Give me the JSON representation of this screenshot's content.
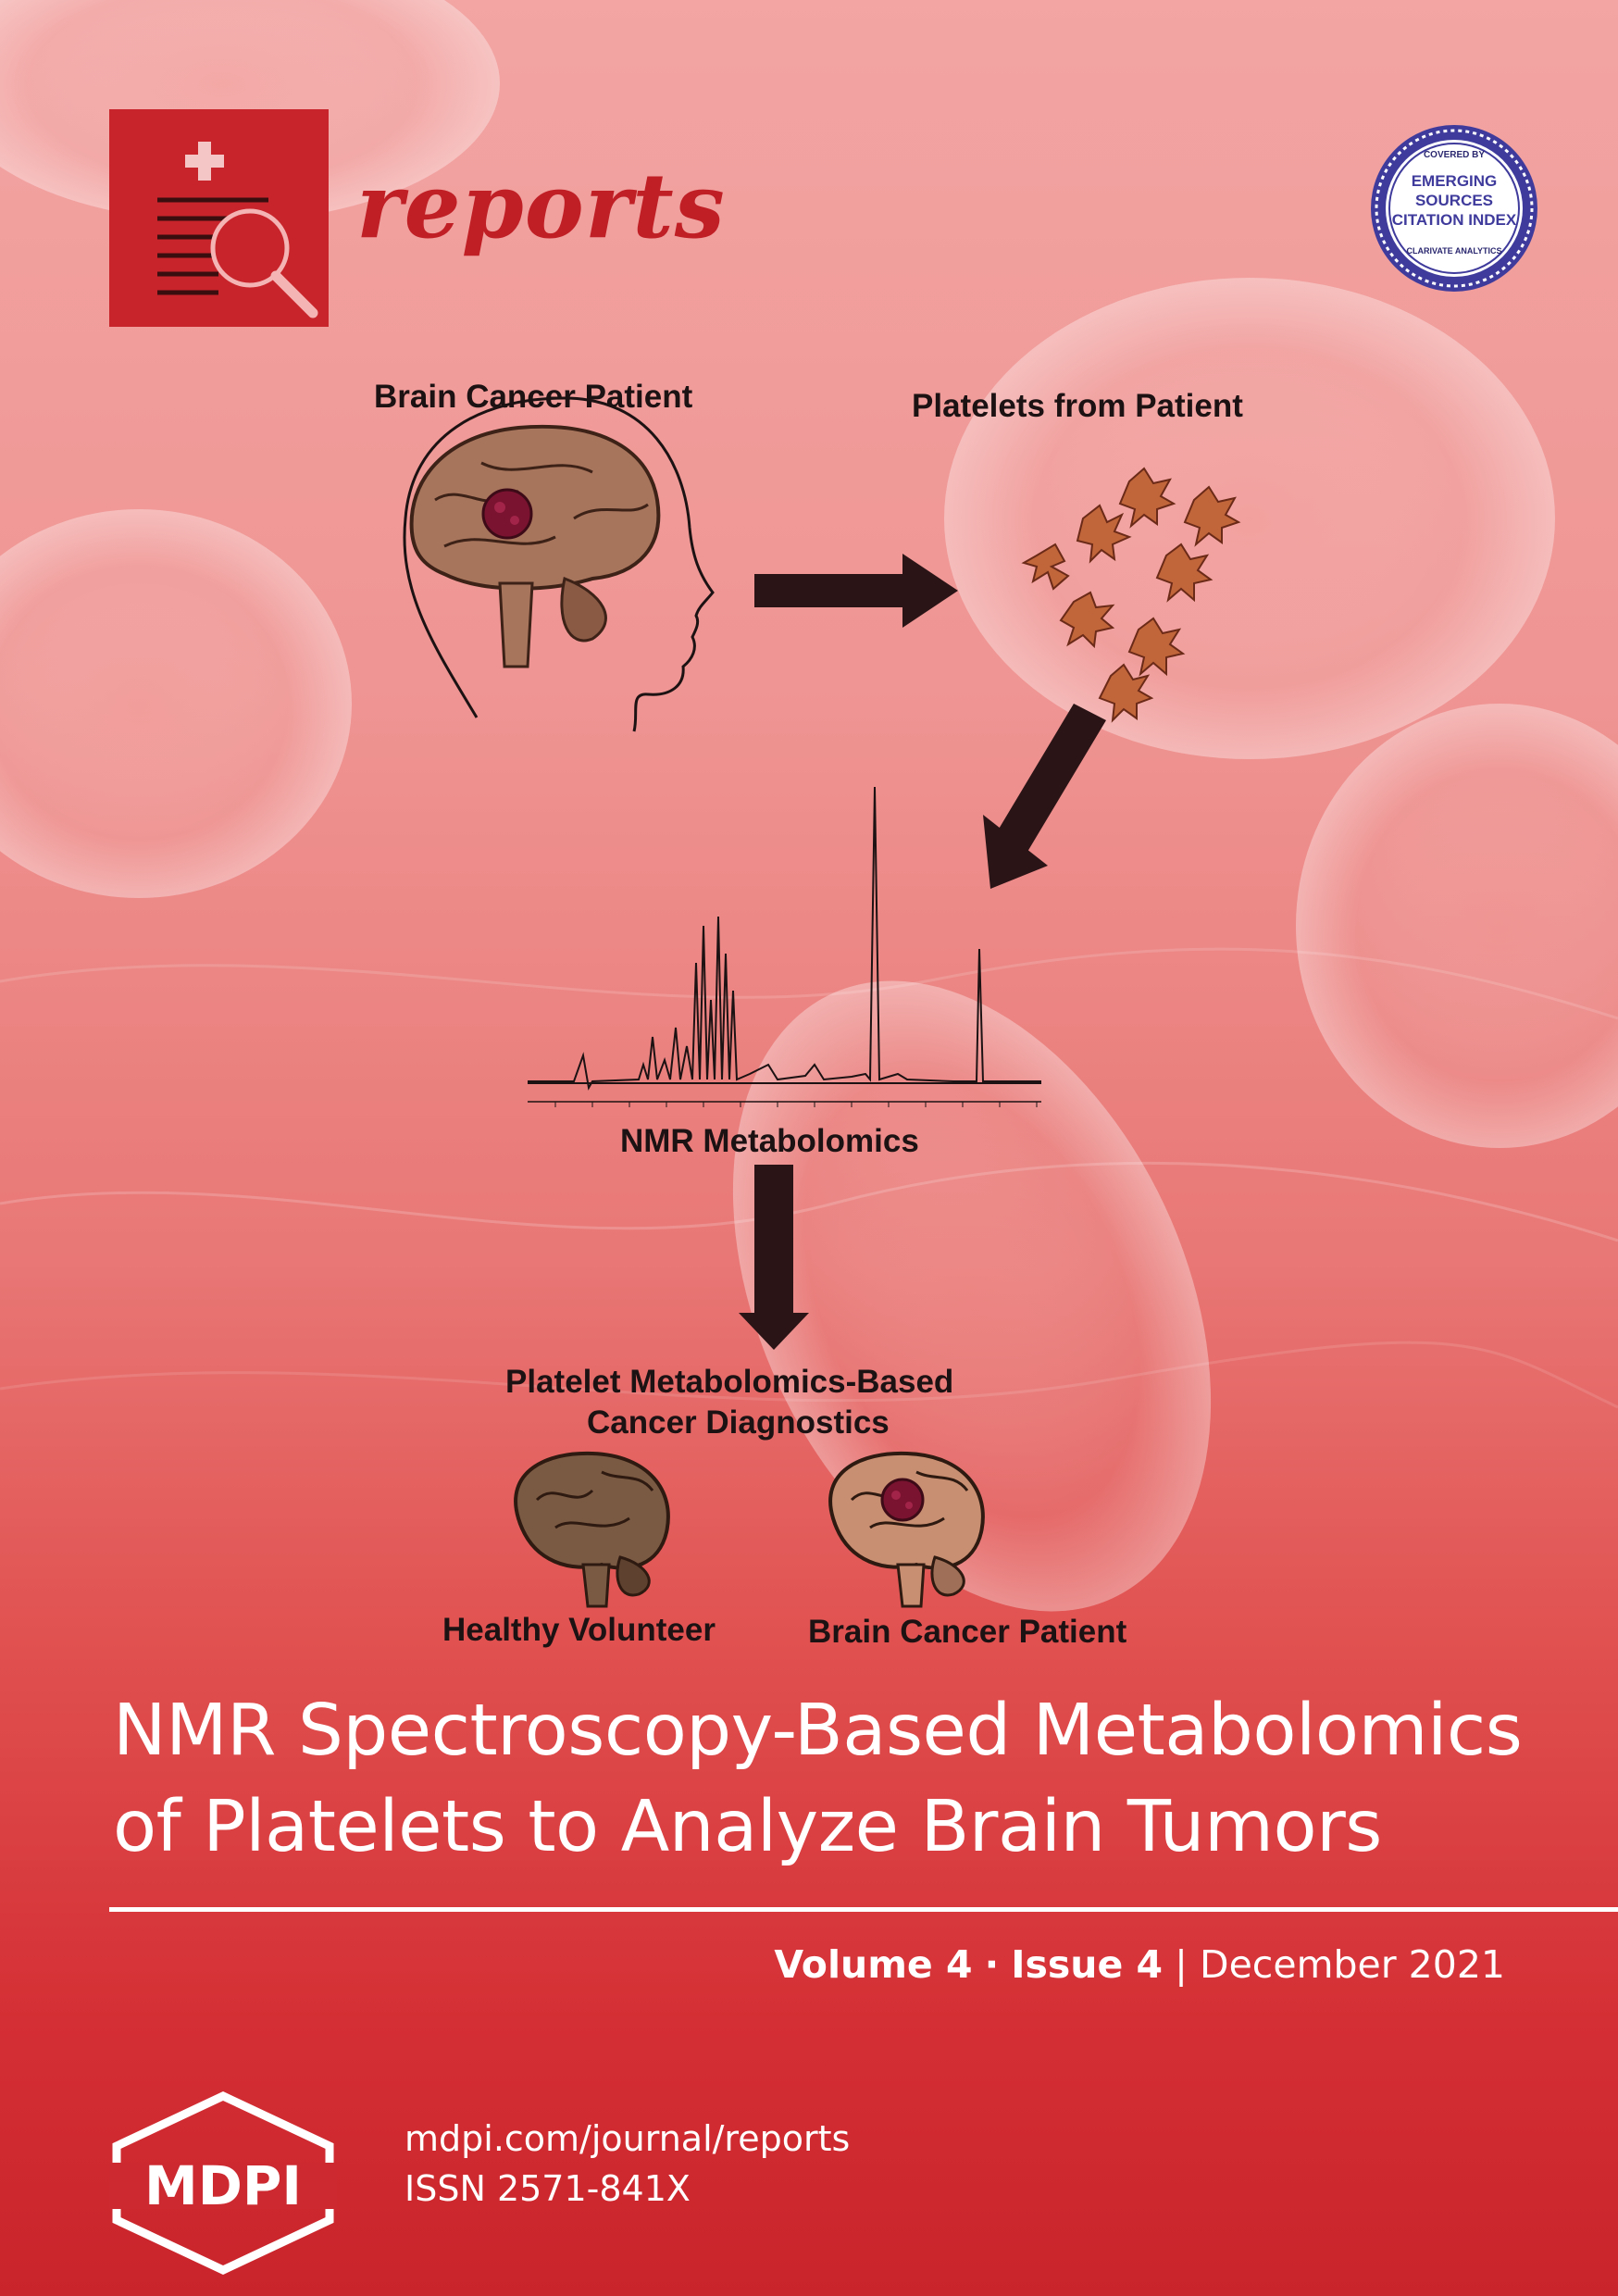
{
  "journal": {
    "name": "reports",
    "logo_icon": "medical-report-magnifier-icon"
  },
  "badge": {
    "line1": "COVERED BY",
    "line2": "EMERGING",
    "line3": "SOURCES",
    "line4": "CITATION INDEX",
    "line5": "CLARIVATE ANALYTICS"
  },
  "graphical_abstract": {
    "patient_label": "Brain Cancer Patient",
    "platelets_label": "Platelets from Patient",
    "nmr_label": "NMR Metabolomics",
    "diagnostics_line1": "Platelet Metabolomics-Based",
    "diagnostics_line2": "Cancer Diagnostics",
    "healthy_label": "Healthy Volunteer",
    "cancer_label": "Brain Cancer Patient"
  },
  "article": {
    "title_line1": "NMR Spectroscopy-Based Metabolomics",
    "title_line2": "of Platelets to Analyze Brain Tumors"
  },
  "issue": {
    "volume": "Volume 4",
    "separator": "·",
    "issue": "Issue 4",
    "divider": "|",
    "date": "December 2021"
  },
  "publisher": {
    "logo_text": "MDPI",
    "url": "mdpi.com/journal/reports",
    "issn": "ISSN 2571-841X"
  },
  "colors": {
    "brand_red": "#c7252b",
    "background_top": "#f2a5a3",
    "background_bottom": "#c9242b",
    "text_dark": "#1d1213"
  }
}
